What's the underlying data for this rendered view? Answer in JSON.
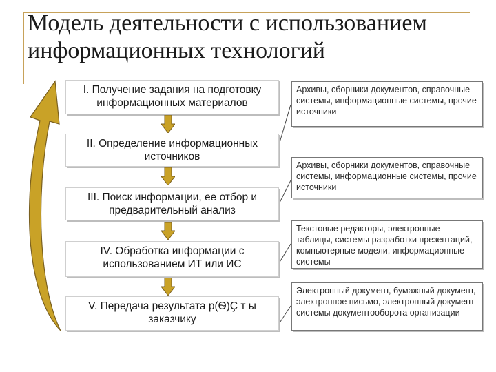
{
  "title": "Модель деятельности с использованием информационных технологий",
  "steps": [
    {
      "label": "I. Получение задания на подготовку информационных материалов"
    },
    {
      "label": "II. Определение информационных источников"
    },
    {
      "label": "III. Поиск информации, ее отбор и предварительный анализ"
    },
    {
      "label": "IV. Обработка информации с использованием ИТ или ИС"
    },
    {
      "label": "V. Передача результата р(Ѳ)Ҫ т ы заказчику"
    }
  ],
  "notes": [
    {
      "text": "Архивы, сборники документов, справочные системы, информационные системы, прочие источники"
    },
    {
      "text": "Архивы, сборники документов, справочные системы, информационные системы, прочие источники"
    },
    {
      "text": "Текстовые редакторы, электронные таблицы, системы разработки презентаций, компьютерные модели, информационные системы"
    },
    {
      "text": "Электронный документ, бумажный документ, электронное письмо, электронный документ системы документооборота организации"
    }
  ],
  "colors": {
    "arrow_fill": "#c9a227",
    "arrow_outline": "#7a6020",
    "accent_line": "#c7a25a"
  }
}
